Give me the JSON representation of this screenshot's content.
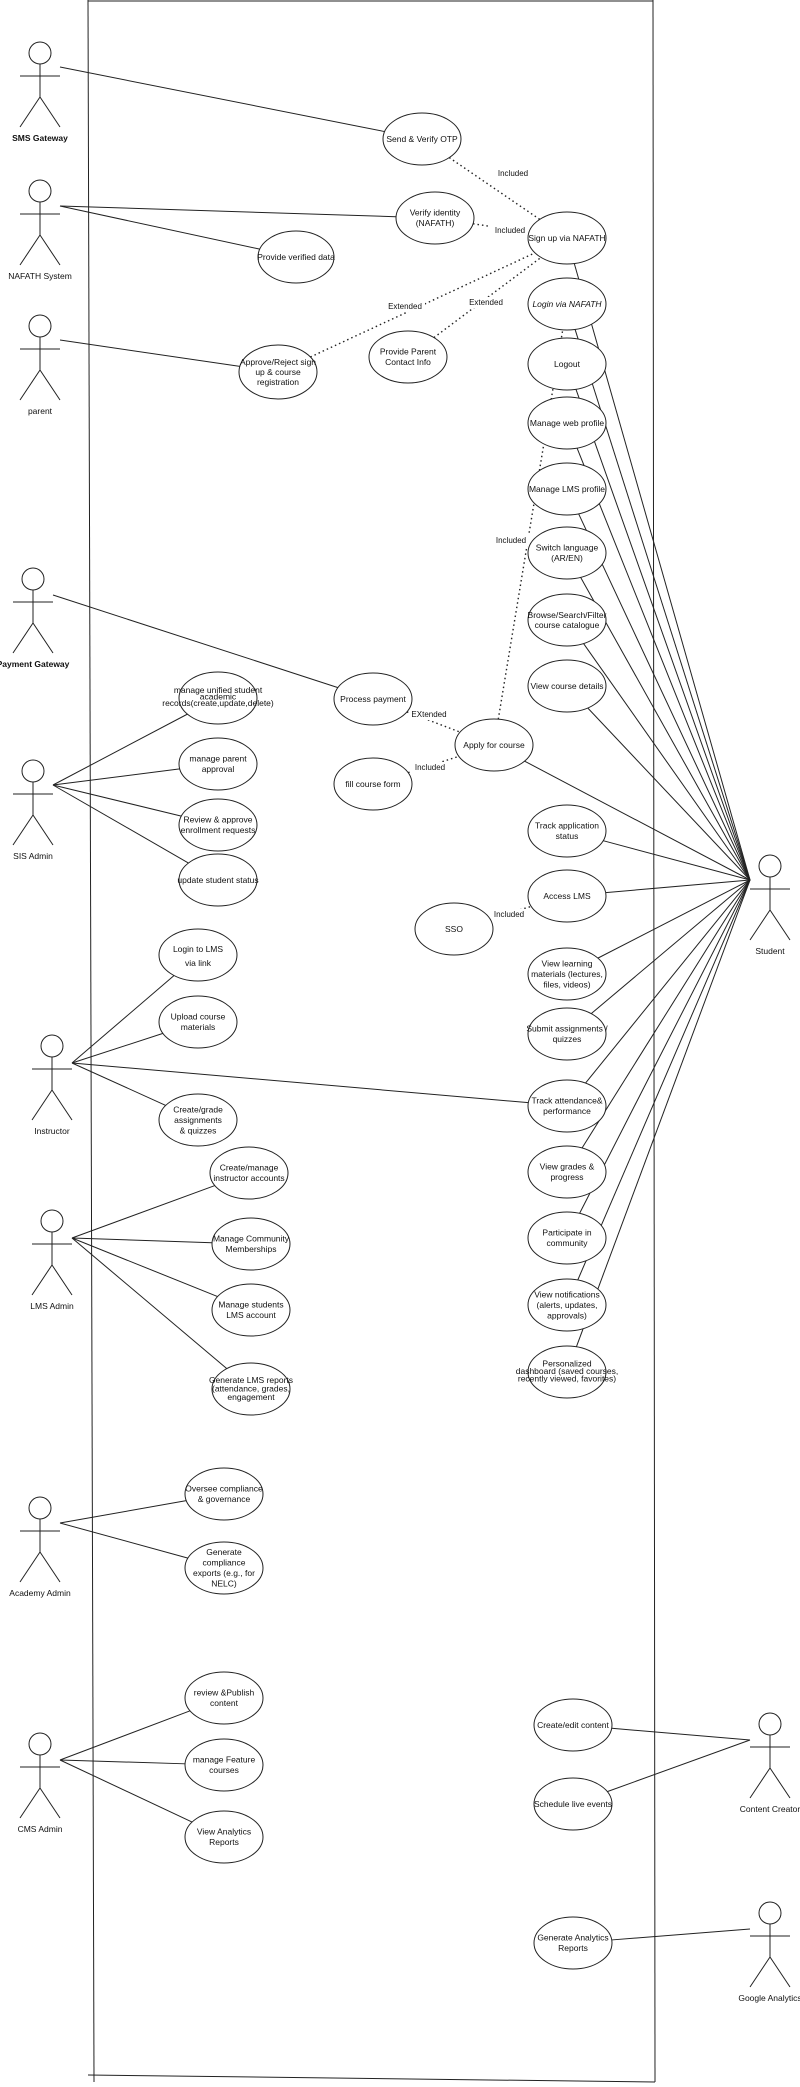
{
  "actors": {
    "sms_gateway": "SMS Gateway",
    "nafath_system": "NAFATH System",
    "parent": "parent",
    "payment_gateway": "Payment Gateway",
    "sis_admin": "SIS Admin",
    "instructor": "Instructor",
    "lms_admin": "LMS Admin",
    "academy_admin": "Academy Admin",
    "cms_admin": "CMS Admin",
    "student": "Student",
    "content_creator": "Content Creator",
    "google_analytics": "Google Analytics"
  },
  "use_cases": {
    "send_verify_otp": [
      "Send & Verify OTP"
    ],
    "verify_identity": [
      "Verify identity",
      "(NAFATH)"
    ],
    "provide_verified_data": [
      "Provide verified data"
    ],
    "sign_up_nafath": [
      "Sign up via NAFATH"
    ],
    "login_nafath": [
      "Login via NAFATH"
    ],
    "approve_reject": [
      "Approve/Reject sign",
      "up & course",
      "registration"
    ],
    "provide_parent_contact": [
      "Provide Parent",
      "Contact Info"
    ],
    "logout": [
      "Logout"
    ],
    "manage_web_profile": [
      "Manage web profile"
    ],
    "manage_lms_profile": [
      "Manage LMS profile"
    ],
    "switch_language": [
      "Switch language",
      "(AR/EN)"
    ],
    "browse_catalogue": [
      "Browse/Search/Filter",
      "course catalogue"
    ],
    "view_course_details": [
      "View course details"
    ],
    "process_payment": [
      "Process payment"
    ],
    "apply_course": [
      "Apply for course"
    ],
    "fill_course_form": [
      "fill course form"
    ],
    "manage_unified_records": [
      "manage unified student",
      "academic",
      "records(create,update,delete)"
    ],
    "manage_parent_approval": [
      "manage parent",
      "approval"
    ],
    "review_enrollment": [
      "Review & approve",
      "enrollment requests"
    ],
    "update_student_status": [
      "update student status"
    ],
    "track_application": [
      "Track application",
      "status"
    ],
    "access_lms": [
      "Access LMS"
    ],
    "sso": [
      "SSO"
    ],
    "login_lms_link": [
      "Login to LMS",
      "via link"
    ],
    "upload_materials": [
      "Upload course",
      "materials"
    ],
    "create_grade": [
      "Create/grade",
      "assignments",
      "& quizzes"
    ],
    "view_learning": [
      "View learning",
      "materials (lectures,",
      "files, videos)"
    ],
    "submit_assignments": [
      "Submit assignments /",
      "quizzes"
    ],
    "track_attendance": [
      "Track attendance&",
      "performance"
    ],
    "create_instructor_accounts": [
      "Create/manage",
      "instructor accounts"
    ],
    "manage_community": [
      "Manage Community",
      "Memberships"
    ],
    "manage_students_lms": [
      "Manage students",
      "LMS account"
    ],
    "generate_lms_reports": [
      "Generate LMS reports",
      "(attendance, grades,",
      "engagement"
    ],
    "view_grades": [
      "View grades &",
      "progress"
    ],
    "participate_community": [
      "Participate in",
      "community"
    ],
    "view_notifications": [
      "View notifications",
      "(alerts, updates,",
      "approvals)"
    ],
    "personalized_dashboard": [
      "Personalized",
      "dashboard (saved courses,",
      "recently viewed, favorites)"
    ],
    "oversee_compliance": [
      "Oversee compliance",
      "& governance"
    ],
    "generate_compliance": [
      "Generate",
      "compliance",
      "exports (e.g., for",
      "NELC)"
    ],
    "review_publish": [
      "review &Publish",
      "content"
    ],
    "manage_feature": [
      "manage Feature",
      "courses"
    ],
    "view_analytics": [
      "View Analytics",
      "Reports"
    ],
    "create_edit_content": [
      "Create/edit content"
    ],
    "schedule_live": [
      "Schedule live events"
    ],
    "generate_analytics": [
      "Generate Analytics",
      "Reports"
    ]
  },
  "relations": {
    "included": "Included",
    "extended": "Extended",
    "extended_payment": "EXtended"
  }
}
